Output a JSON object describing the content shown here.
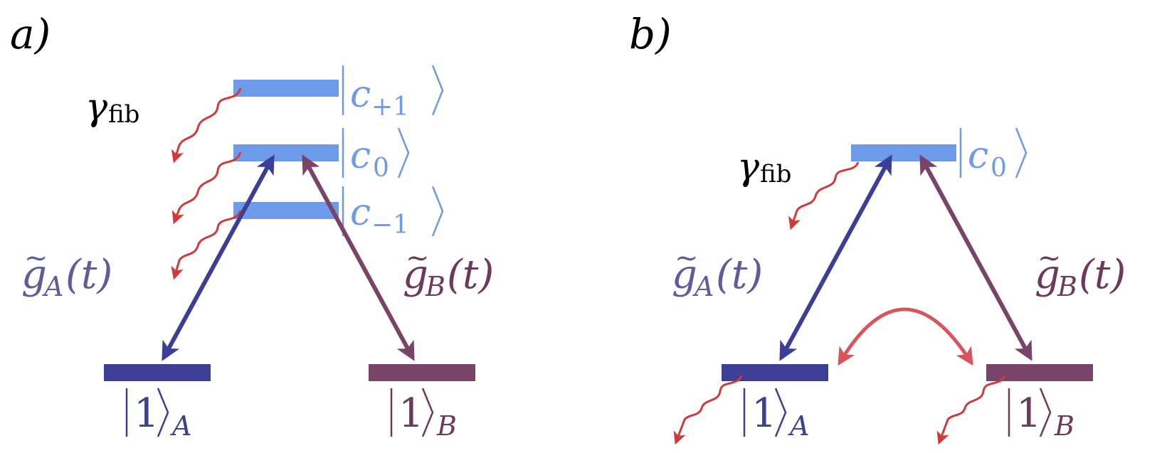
{
  "panels": [
    {
      "label": "a)",
      "levels": {
        "c_plus1": "c",
        "c_plus1_sub": "+1",
        "c0": "c",
        "c0_sub": "0",
        "c_minus1": "c",
        "c_minus1_sub": "−1"
      },
      "gamma": {
        "symbol": "γ",
        "sub": "fib"
      },
      "couplingA": {
        "g": "g",
        "tilde": "~",
        "sub": "A",
        "arg": "(t)"
      },
      "couplingB": {
        "g": "g",
        "tilde": "~",
        "sub": "B",
        "arg": "(t)"
      },
      "groundA": {
        "num": "1",
        "sub": "A"
      },
      "groundB": {
        "num": "1",
        "sub": "B"
      }
    },
    {
      "label": "b)",
      "levels": {
        "c0": "c",
        "c0_sub": "0"
      },
      "gamma": {
        "symbol": "γ",
        "sub": "fib"
      },
      "couplingA": {
        "g": "g",
        "tilde": "~",
        "sub": "A",
        "arg": "(t)"
      },
      "couplingB": {
        "g": "g",
        "tilde": "~",
        "sub": "B",
        "arg": "(t)"
      },
      "groundA": {
        "num": "1",
        "sub": "A"
      },
      "groundB": {
        "num": "1",
        "sub": "B"
      }
    }
  ],
  "colors": {
    "cavity": "#6d9bea",
    "stateA": "#3d3f96",
    "stateB": "#7a4469",
    "decay": "#d13a3a",
    "exchange": "#d9545c",
    "text": "#000000",
    "labelA": "#5d5d9b",
    "labelB": "#6e3a5c"
  }
}
